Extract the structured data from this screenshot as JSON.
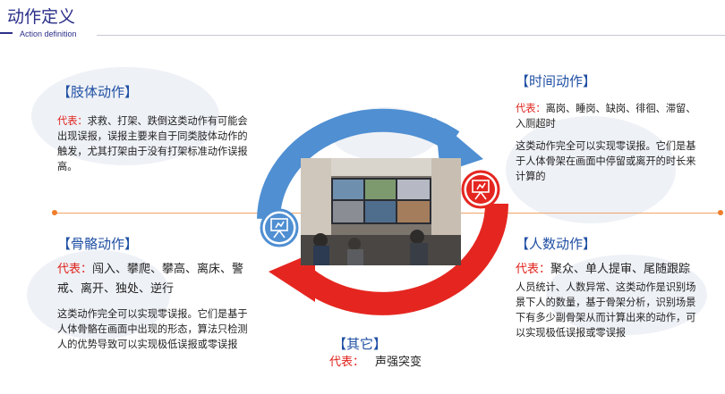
{
  "header": {
    "title": "动作定义",
    "subtitle": "Action definition"
  },
  "sections": {
    "limb": {
      "heading": "【肢体动作】",
      "rep_label": "代表：",
      "rep_text": "求救、打架、跌倒这类动作有可能会出现误报，误报主要来自于同类肢体动作的触发，尤其打架由于没有打架标准动作误报高。"
    },
    "time": {
      "heading": "【时间动作】",
      "rep_label": "代表：",
      "rep_text": "离岗、睡岗、缺岗、徘徊、滞留、入厕超时",
      "desc": "这类动作完全可以实现零误报。它们是基于人体骨架在画面中停留或离开的时长来计算的"
    },
    "skeleton": {
      "heading": "【骨骼动作】",
      "rep_label": "代表：",
      "rep_text": "闯入、攀爬、攀高、离床、警戒、离开、独处、逆行",
      "desc": "这类动作完全可以实现零误报。它们是基于人体骨骼在画面中出现的形态，算法只检测人的优势导致可以实现极低误报或零误报"
    },
    "count": {
      "heading": "【人数动作】",
      "rep_label": "代表：",
      "rep_text": "聚众、单人提审、尾随跟踪",
      "desc": "人员统计、人数异常、这类动作是识别场景下人的数量，基于骨架分析，识别场景下有多少副骨架从而计算出来的动作，可以实现极低误报或零误报"
    },
    "other": {
      "heading": "【其它】",
      "rep_label": "代表：",
      "rep_text": "声强突变"
    }
  },
  "icons": {
    "left": "presentation-board-icon",
    "right": "presentation-board-icon"
  },
  "colors": {
    "title": "#2b2f88",
    "heading": "#1f4fa3",
    "accent_red": "#e0211b",
    "arrow_blue": "#4f8fd2",
    "arrow_red": "#e52620",
    "divider": "#ef7d2b"
  }
}
